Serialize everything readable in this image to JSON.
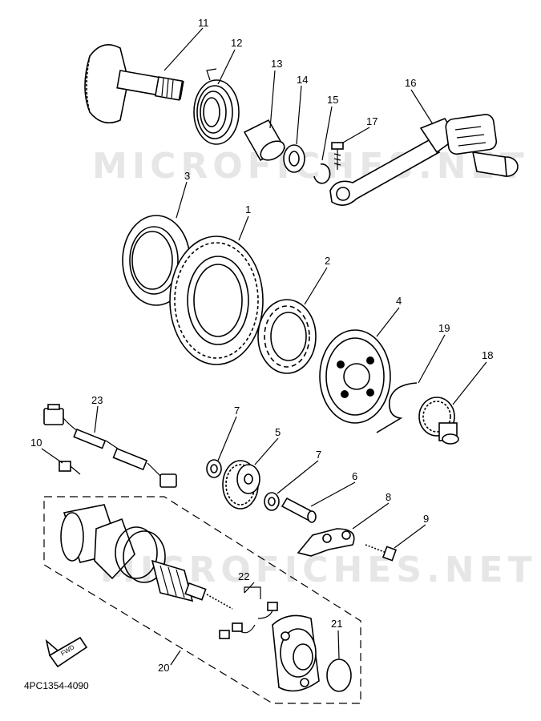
{
  "watermark": "MICROFICHES.NET",
  "diagram_code": "4PC1354-4090",
  "front_arrow_label": "FWD",
  "callouts": {
    "c1": "1",
    "c2": "2",
    "c3": "3",
    "c4": "4",
    "c5": "5",
    "c6": "6",
    "c7a": "7",
    "c7b": "7",
    "c8": "8",
    "c9": "9",
    "c10": "10",
    "c11": "11",
    "c12": "12",
    "c13": "13",
    "c14": "14",
    "c15": "15",
    "c16": "16",
    "c17": "17",
    "c18": "18",
    "c19": "19",
    "c20": "20",
    "c21": "21",
    "c22": "22",
    "c23": "23"
  }
}
